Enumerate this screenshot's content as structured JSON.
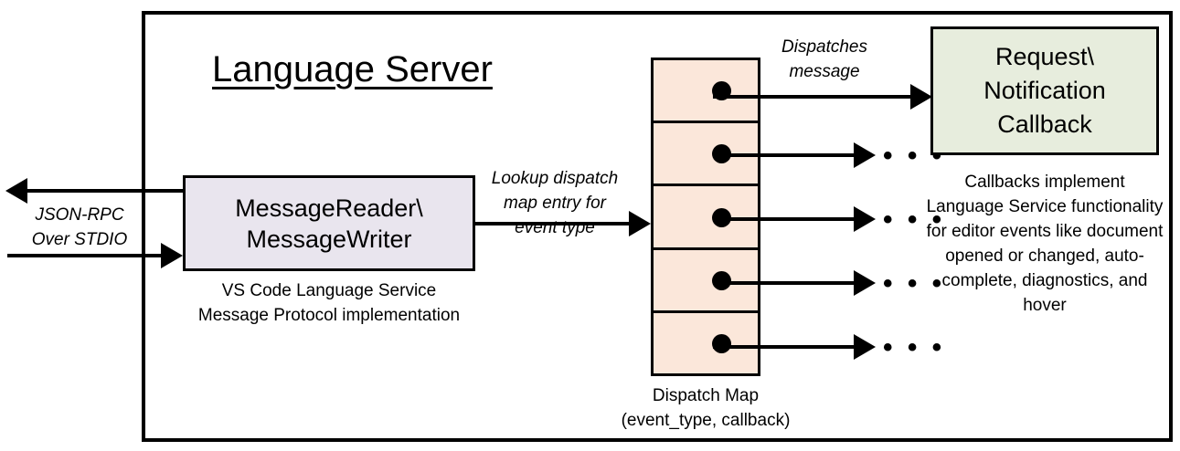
{
  "diagram": {
    "title": "Language Server",
    "boundary_name": "Language Server boundary"
  },
  "nodes": {
    "reader_writer": {
      "line1": "MessageReader\\",
      "line2": "MessageWriter",
      "caption_line1": "VS Code Language Service",
      "caption_line2": "Message Protocol implementation",
      "fill": "#E9E5EE"
    },
    "dispatch_map": {
      "caption_line1": "Dispatch Map",
      "caption_line2": "(event_type, callback)",
      "fill": "#FBE7DA",
      "row_count": 5,
      "rows": [
        {
          "id": "row-1",
          "has_dot": true,
          "outgoing": "callback"
        },
        {
          "id": "row-2",
          "has_dot": true,
          "outgoing": "ellipsis"
        },
        {
          "id": "row-3",
          "has_dot": true,
          "outgoing": "ellipsis"
        },
        {
          "id": "row-4",
          "has_dot": true,
          "outgoing": "ellipsis"
        },
        {
          "id": "row-5",
          "has_dot": true,
          "outgoing": "ellipsis"
        }
      ]
    },
    "callback": {
      "line1": "Request\\",
      "line2": "Notification",
      "line3": "Callback",
      "fill": "#E7EDDD",
      "caption": "Callbacks implement Language Service functionality for editor events like document opened or changed, auto-complete, diagnostics, and hover"
    }
  },
  "edges": {
    "jsonrpc": {
      "line1": "JSON-RPC",
      "line2": "Over STDIO"
    },
    "lookup": {
      "line1": "Lookup dispatch",
      "line2": "map entry for",
      "line3": "event type"
    },
    "dispatches": {
      "line1": "Dispatches",
      "line2": "message"
    },
    "ellipsis_glyph": "• • •"
  },
  "colors": {
    "stroke": "#000000",
    "background": "#FFFFFF",
    "reader_writer_fill": "#E9E5EE",
    "dispatch_map_fill": "#FBE7DA",
    "callback_fill": "#E7EDDD"
  }
}
